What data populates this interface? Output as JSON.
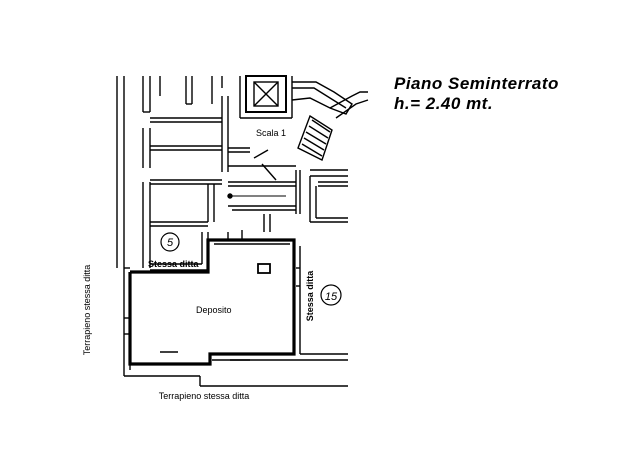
{
  "plan": {
    "title": "Piano Seminterrato",
    "height": "h.= 2.40 mt."
  },
  "labels": {
    "stair": "Scala 1",
    "room_main": "Deposito",
    "unit_small": "5",
    "unit_small_caption": "Stessa ditta",
    "unit_right": "15",
    "unit_right_caption": "Stessa ditta",
    "terrapieno_left": "Terrapieno stessa ditta",
    "terrapieno_bottom": "Terrapieno stessa ditta"
  },
  "colors": {
    "ink": "#000000",
    "paper": "#ffffff"
  }
}
